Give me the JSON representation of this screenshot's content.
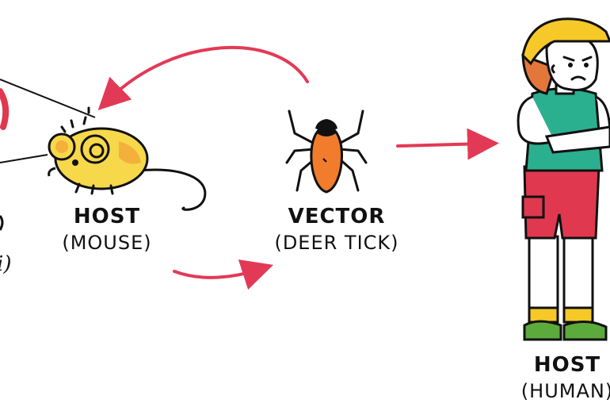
{
  "nodes": {
    "mouse": {
      "title": "HOST",
      "subtitle": "(MOUSE)"
    },
    "tick": {
      "title": "VECTOR",
      "subtitle": "(DEER TICK)"
    },
    "human": {
      "title": "HOST",
      "subtitle": "(HUMAN)"
    }
  },
  "left_fragment": "i)",
  "colors": {
    "arrow": "#e23a56",
    "mouse_body": "#f6d84a",
    "mouse_accent": "#f3b03a",
    "tick_body": "#f07c2c",
    "shirt": "#2bb08f",
    "shorts": "#e0384f",
    "helmet": "#f6c928",
    "hair": "#e3763a",
    "shoes": "#5caa3c",
    "skin": "#ffffff"
  }
}
